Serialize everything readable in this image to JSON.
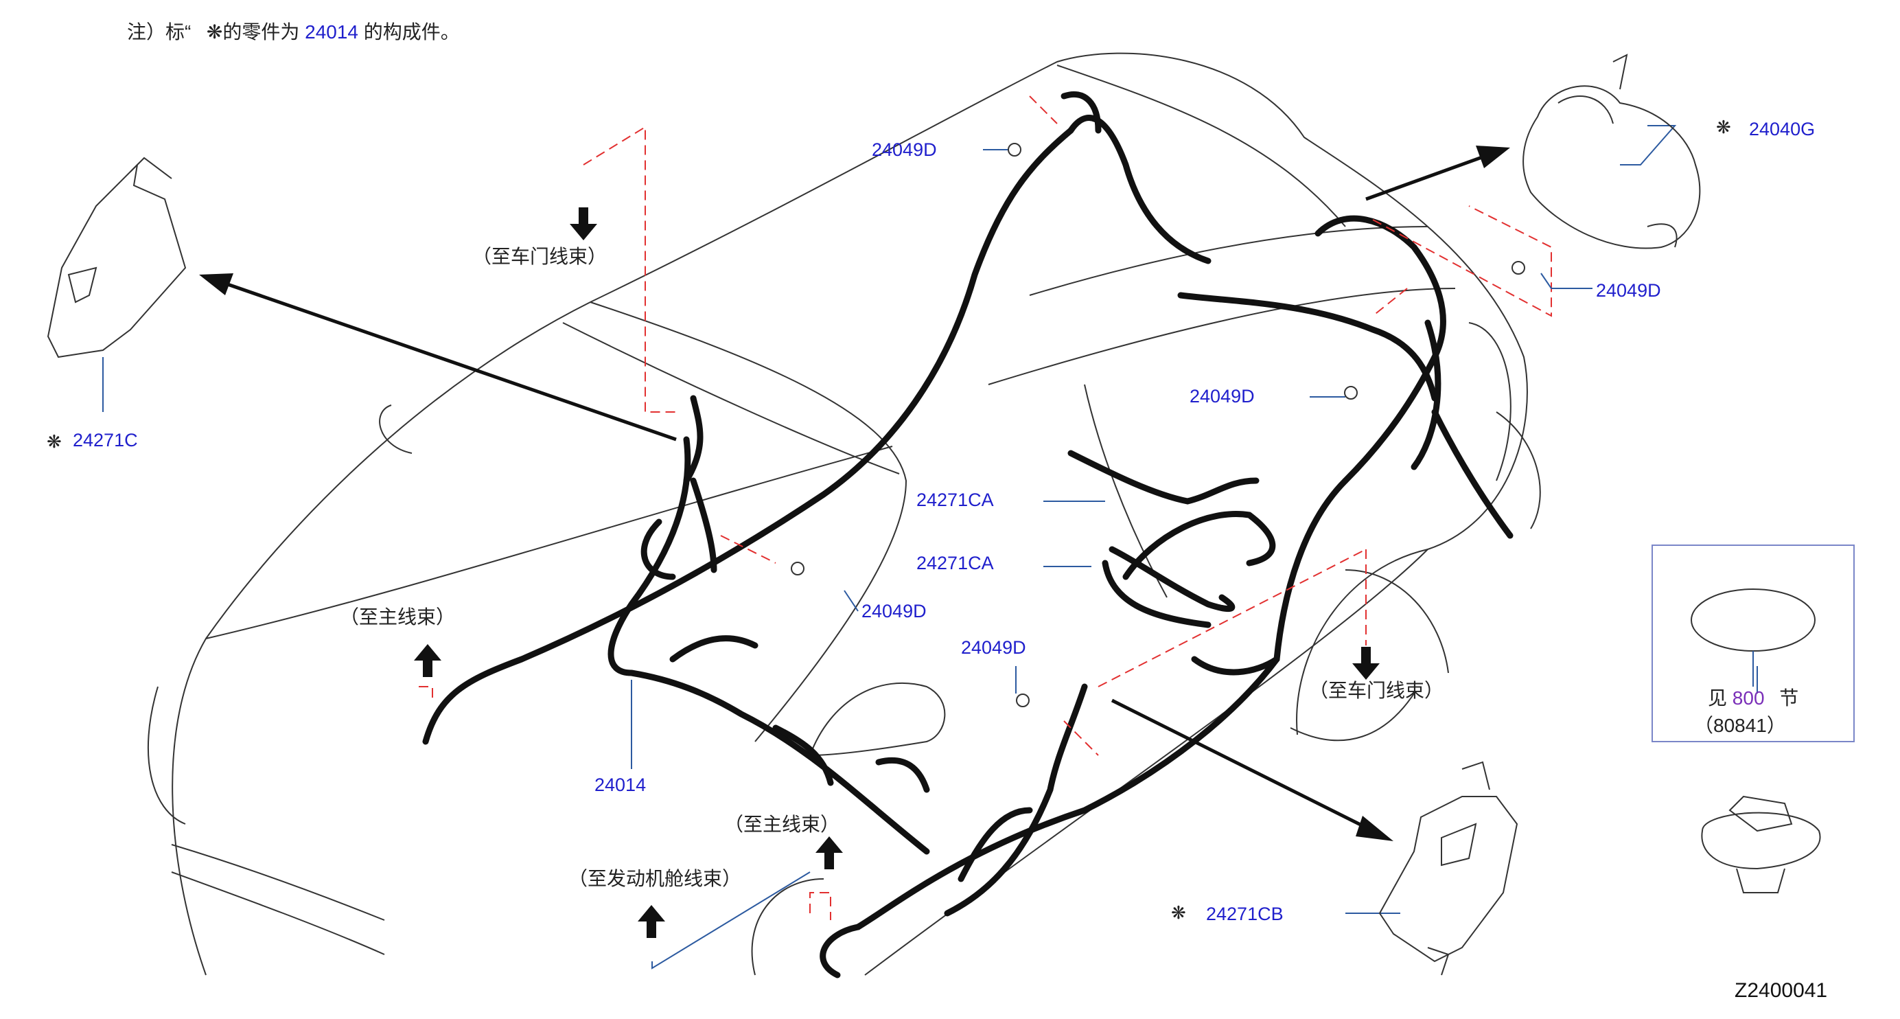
{
  "note": {
    "prefix": "注）标“",
    "mid": "的零件为",
    "part": "24014",
    "suffix": "的构成件。"
  },
  "parts": {
    "p24271c": "24271C",
    "p24049d_top": "24049D",
    "p24040g": "24040G",
    "p24049d_right": "24049D",
    "p24049d_mid": "24049D",
    "p24271ca_1": "24271CA",
    "p24271ca_2": "24271CA",
    "p24049d_left": "24049D",
    "p24049d_center": "24049D",
    "p24014": "24014",
    "p24271cb": "24271CB"
  },
  "callouts": {
    "to_door_left": "（至车门线束）",
    "to_main_left": "（至主线束）",
    "to_main_bottom": "（至主线束）",
    "to_engine": "（至发动机舱线束）",
    "to_door_right": "（至车门线束）"
  },
  "refbox": {
    "see_prefix": "见",
    "section": "800",
    "see_suffix": "节",
    "code": "（80841）"
  },
  "diagram_id": "Z2400041",
  "colors": {
    "part_number": "#1f1fcc",
    "leader": "#2c5aa0",
    "dashed": "#e23030",
    "harness": "#111111",
    "outline": "#333333",
    "section_link": "#7a2fb8"
  }
}
